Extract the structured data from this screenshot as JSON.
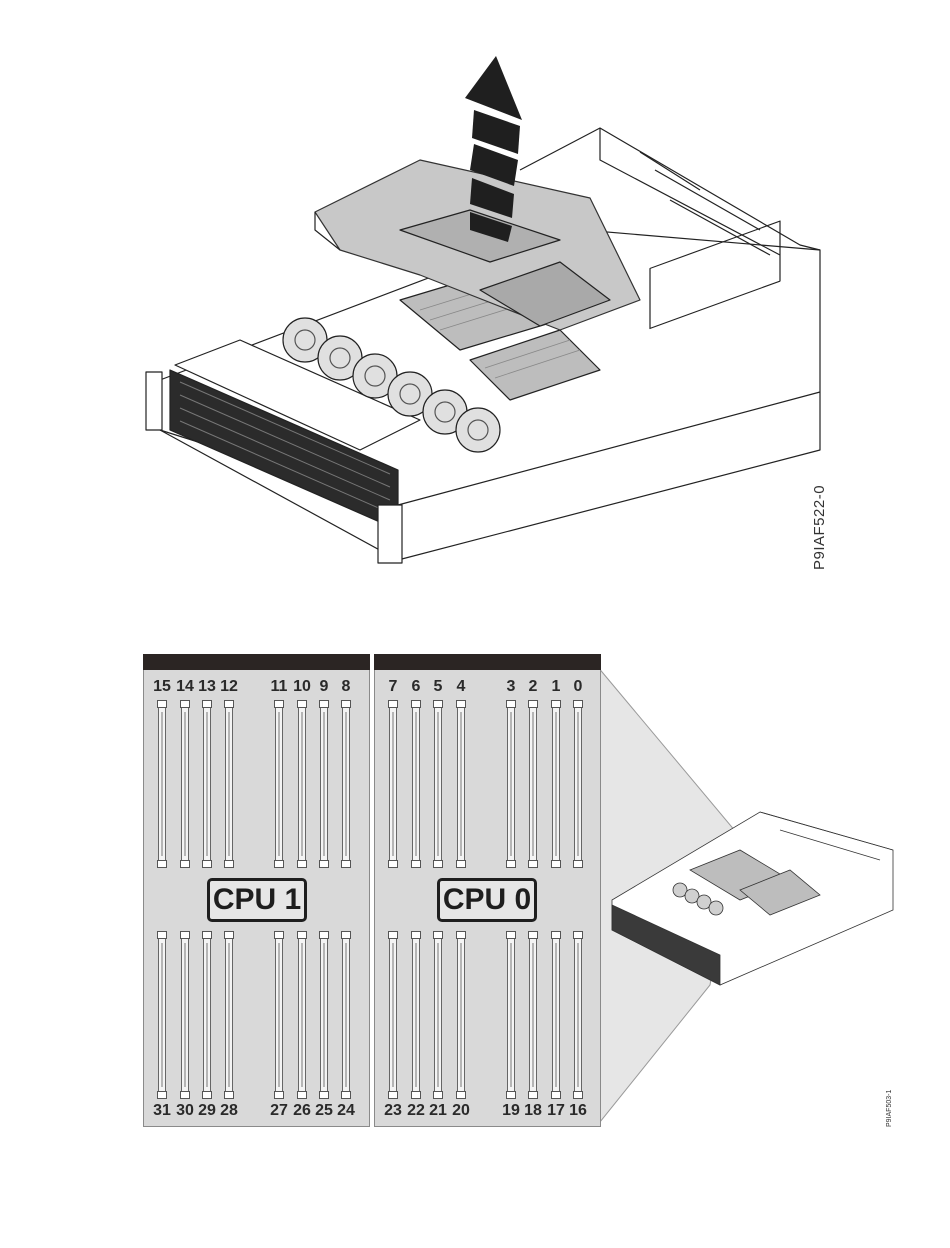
{
  "figure_ids": {
    "top": "P9IAF522-0",
    "bottom": "P9IAF503-1"
  },
  "cpu_panels": [
    {
      "cpu_label": "CPU 1",
      "top_slots": [
        "15",
        "14",
        "13",
        "12",
        "11",
        "10",
        "9",
        "8"
      ],
      "bottom_slots": [
        "31",
        "30",
        "29",
        "28",
        "27",
        "26",
        "25",
        "24"
      ]
    },
    {
      "cpu_label": "CPU 0",
      "top_slots": [
        "7",
        "6",
        "5",
        "4",
        "3",
        "2",
        "1",
        "0"
      ],
      "bottom_slots": [
        "23",
        "22",
        "21",
        "20",
        "19",
        "18",
        "17",
        "16"
      ]
    }
  ]
}
